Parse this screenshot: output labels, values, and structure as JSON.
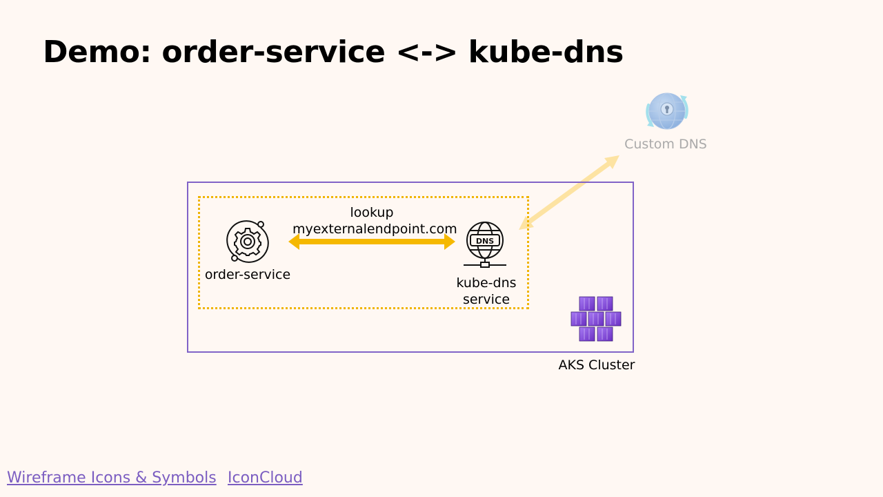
{
  "slide": {
    "title": "Demo: order-service <-> kube-dns"
  },
  "diagram": {
    "order_service_label": "order-service",
    "lookup_label": "lookup",
    "endpoint_label": "myexternalendpoint.com",
    "kube_dns_label_line1": "kube-dns",
    "kube_dns_label_line2": "service",
    "dns_badge": "DNS",
    "custom_dns_label": "Custom DNS",
    "aks_cluster_label": "AKS Cluster"
  },
  "links": [
    {
      "label": "Wireframe Icons & Symbols"
    },
    {
      "label": "IconCloud"
    }
  ],
  "colors": {
    "background": "#fff8f3",
    "cluster_border": "#8063c7",
    "namespace_border": "#f0b400",
    "arrow": "#f5b800",
    "faded_arrow": "#fde3a2",
    "link": "#7b5dc1",
    "faded_text": "#aaaaaa"
  },
  "icons": {
    "order_service": "gear-icon",
    "kube_dns": "dns-globe-icon",
    "custom_dns": "globe-lock-icon",
    "aks": "kubernetes-cubes-icon"
  }
}
